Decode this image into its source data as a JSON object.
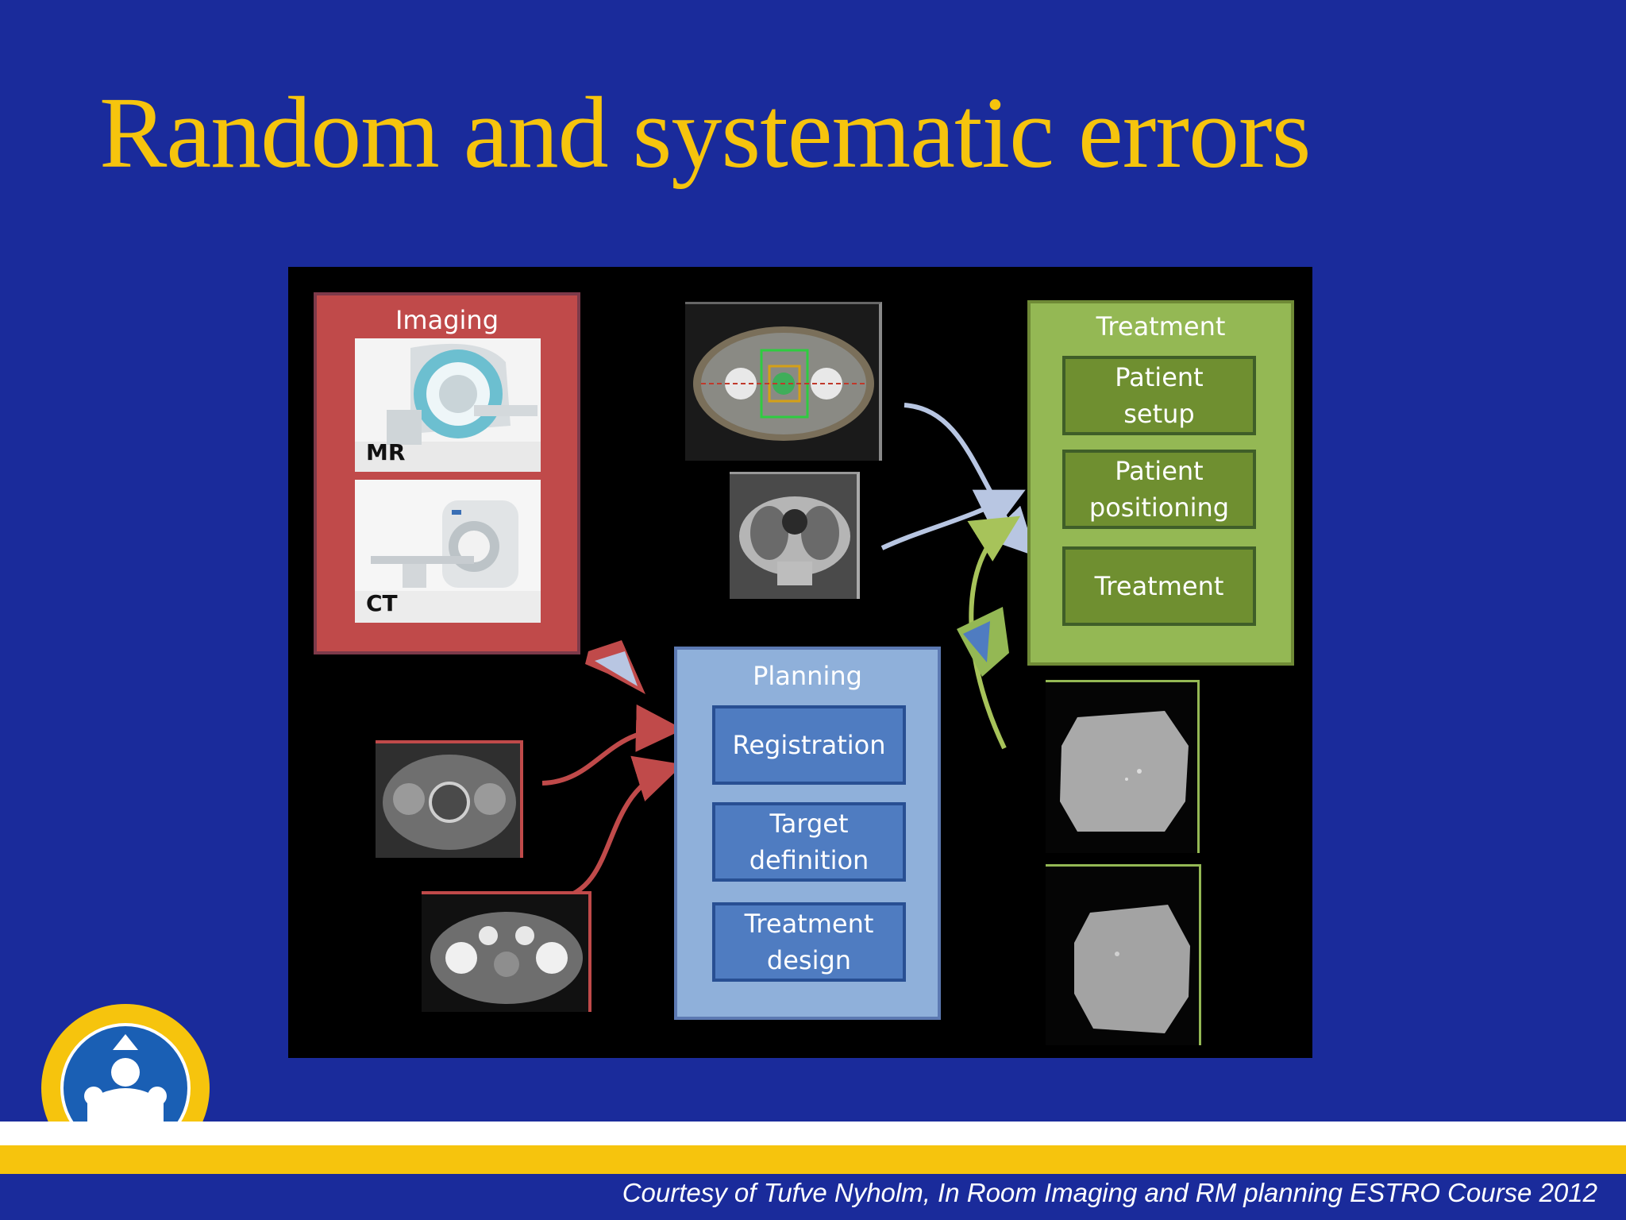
{
  "slide": {
    "title": "Random and systematic errors",
    "credit": "Courtesy of Tufve Nyholm, In Room Imaging and RM planning ESTRO Course 2012"
  },
  "diagram": {
    "imaging": {
      "title": "Imaging",
      "modalities": [
        {
          "label": "MR",
          "icon": "mr-scanner-photo"
        },
        {
          "label": "CT",
          "icon": "ct-scanner-photo"
        }
      ]
    },
    "planning": {
      "title": "Planning",
      "steps": [
        "Registration",
        "Target\ndefinition",
        "Treatment\ndesign"
      ]
    },
    "treatment": {
      "title": "Treatment",
      "steps": [
        "Patient\nsetup",
        "Patient\npositioning",
        "Treatment"
      ]
    },
    "colors": {
      "imaging": "#c04a4a",
      "planning": "#8fb0da",
      "treatment": "#94b854",
      "planning_step": "#4f7cc1",
      "treatment_step": "#6f8f30",
      "title": "#f6c40d",
      "background": "#1a2b9b"
    }
  },
  "logo": {
    "icon": "university-seal-logo"
  }
}
